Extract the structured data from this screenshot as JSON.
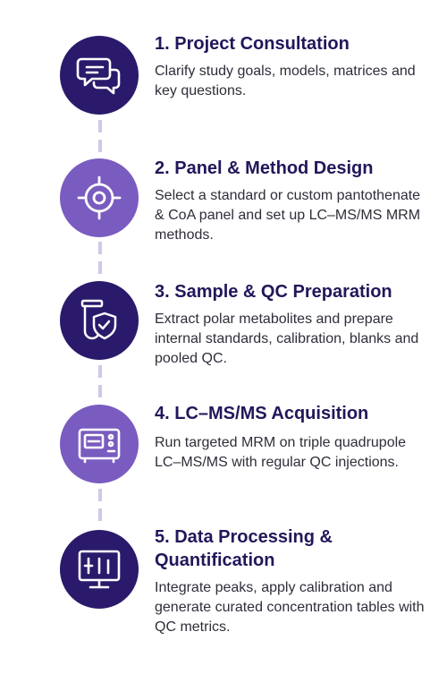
{
  "steps": [
    {
      "title": "1. Project Consultation",
      "description": "Clarify study goals, models, matrices and key questions.",
      "icon": "chat-bubbles-icon"
    },
    {
      "title": "2. Panel & Method Design",
      "description": "Select a standard or custom pantothenate & CoA panel and set up LC–MS/MS MRM methods.",
      "icon": "target-crosshair-icon"
    },
    {
      "title": "3. Sample & QC Preparation",
      "description": "Extract polar metabolites and prepare internal standards, calibration, blanks and pooled QC.",
      "icon": "vial-shield-icon"
    },
    {
      "title": "4. LC–MS/MS Acquisition",
      "description": "Run targeted MRM on triple quadrupole LC–MS/MS with regular QC injections.",
      "icon": "instrument-icon"
    },
    {
      "title": "5. Data Processing & Quantification",
      "description": "Integrate peaks, apply calibration and generate curated concentration tables with QC metrics.",
      "icon": "monitor-chart-icon"
    }
  ],
  "colors": {
    "dark_circle": "#2b1a6b",
    "light_circle": "#7a5cc0",
    "connector": "#cfc8ea",
    "title_text": "#22175a"
  }
}
